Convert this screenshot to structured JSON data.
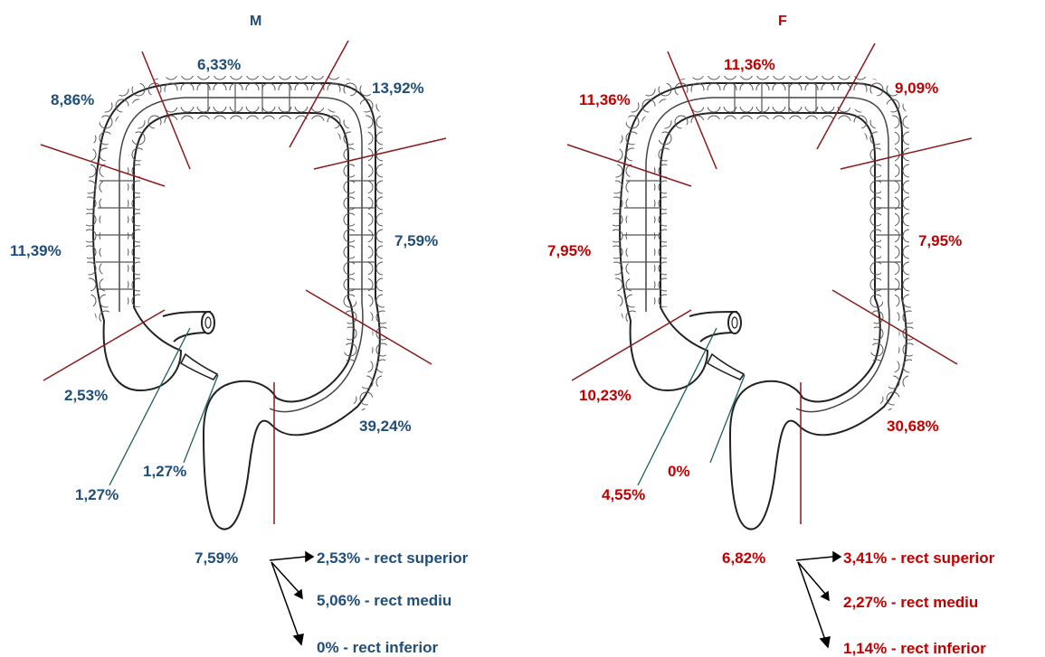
{
  "panels": {
    "male": {
      "header": "M",
      "color": "#1f4e79",
      "regions": {
        "transverse": "6,33%",
        "hepatic_flexure": "8,86%",
        "splenic_flexure": "13,92%",
        "ascending": "11,39%",
        "descending": "7,59%",
        "cecum": "2,53%",
        "sigmoid": "39,24%",
        "appendix_a": "1,27%",
        "appendix_b": "1,27%"
      },
      "rectum": {
        "total": "7,59%",
        "superior": "2,53% - rect superior",
        "mediu": "5,06% - rect mediu",
        "inferior": "0% - rect inferior"
      }
    },
    "female": {
      "header": "F",
      "color": "#c00000",
      "regions": {
        "transverse": "11,36%",
        "hepatic_flexure": "11,36%",
        "splenic_flexure": "9,09%",
        "ascending": "7,95%",
        "descending": "7,95%",
        "cecum": "10,23%",
        "sigmoid": "30,68%",
        "appendix_a": "4,55%",
        "appendix_b": "0%"
      },
      "rectum": {
        "total": "6,82%",
        "superior": "3,41% - rect superior",
        "mediu": "2,27% - rect mediu",
        "inferior": "1,14% - rect inferior"
      }
    }
  }
}
